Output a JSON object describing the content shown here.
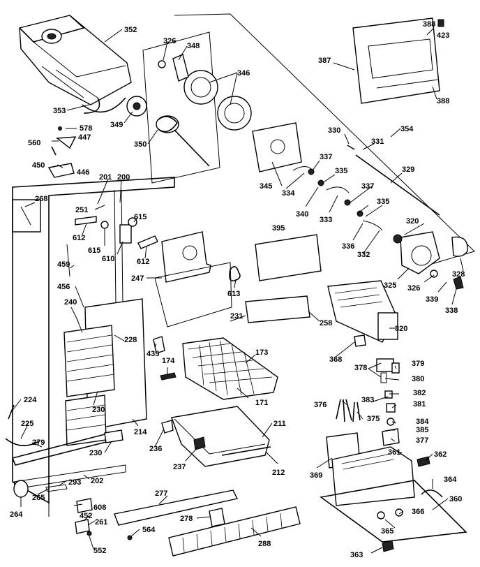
{
  "part_labels": [
    {
      "id": "p352",
      "text": "352"
    },
    {
      "id": "p326a",
      "text": "326"
    },
    {
      "id": "p348",
      "text": "348"
    },
    {
      "id": "p346",
      "text": "346"
    },
    {
      "id": "p353",
      "text": "353"
    },
    {
      "id": "p349",
      "text": "349"
    },
    {
      "id": "p350",
      "text": "350"
    },
    {
      "id": "p578",
      "text": "578"
    },
    {
      "id": "p447",
      "text": "447"
    },
    {
      "id": "p560",
      "text": "560"
    },
    {
      "id": "p450",
      "text": "450"
    },
    {
      "id": "p446",
      "text": "446"
    },
    {
      "id": "p387",
      "text": "387"
    },
    {
      "id": "p388a",
      "text": "388"
    },
    {
      "id": "p423",
      "text": "423"
    },
    {
      "id": "p388b",
      "text": "388"
    },
    {
      "id": "p354",
      "text": "354"
    },
    {
      "id": "p330",
      "text": "330"
    },
    {
      "id": "p331",
      "text": "331"
    },
    {
      "id": "p337a",
      "text": "337"
    },
    {
      "id": "p335a",
      "text": "335"
    },
    {
      "id": "p329",
      "text": "329"
    },
    {
      "id": "p345",
      "text": "345"
    },
    {
      "id": "p334",
      "text": "334"
    },
    {
      "id": "p340",
      "text": "340"
    },
    {
      "id": "p337b",
      "text": "337"
    },
    {
      "id": "p333",
      "text": "333"
    },
    {
      "id": "p335b",
      "text": "335"
    },
    {
      "id": "p320",
      "text": "320"
    },
    {
      "id": "p336",
      "text": "336"
    },
    {
      "id": "p332",
      "text": "332"
    },
    {
      "id": "p395",
      "text": "395"
    },
    {
      "id": "p328",
      "text": "328"
    },
    {
      "id": "p325",
      "text": "325"
    },
    {
      "id": "p326b",
      "text": "326"
    },
    {
      "id": "p339",
      "text": "339"
    },
    {
      "id": "p338",
      "text": "338"
    },
    {
      "id": "p201",
      "text": "201"
    },
    {
      "id": "p200",
      "text": "200"
    },
    {
      "id": "p268",
      "text": "268"
    },
    {
      "id": "p251",
      "text": "251"
    },
    {
      "id": "p615a",
      "text": "615"
    },
    {
      "id": "p612a",
      "text": "612"
    },
    {
      "id": "p615b",
      "text": "615"
    },
    {
      "id": "p610",
      "text": "610"
    },
    {
      "id": "p612b",
      "text": "612"
    },
    {
      "id": "p459",
      "text": "459"
    },
    {
      "id": "p247",
      "text": "247"
    },
    {
      "id": "p613",
      "text": "613"
    },
    {
      "id": "p456",
      "text": "456"
    },
    {
      "id": "p240",
      "text": "240"
    },
    {
      "id": "p231",
      "text": "231"
    },
    {
      "id": "p258",
      "text": "258"
    },
    {
      "id": "p820",
      "text": "820"
    },
    {
      "id": "p228",
      "text": "228"
    },
    {
      "id": "p435",
      "text": "435"
    },
    {
      "id": "p173",
      "text": "173"
    },
    {
      "id": "p368",
      "text": "368"
    },
    {
      "id": "p174",
      "text": "174"
    },
    {
      "id": "p378",
      "text": "378"
    },
    {
      "id": "p379",
      "text": "379"
    },
    {
      "id": "p380",
      "text": "380"
    },
    {
      "id": "p382",
      "text": "382"
    },
    {
      "id": "p171",
      "text": "171"
    },
    {
      "id": "p230a",
      "text": "230"
    },
    {
      "id": "p224",
      "text": "224"
    },
    {
      "id": "p376",
      "text": "376"
    },
    {
      "id": "p383",
      "text": "383"
    },
    {
      "id": "p381",
      "text": "381"
    },
    {
      "id": "p375",
      "text": "375"
    },
    {
      "id": "p384",
      "text": "384"
    },
    {
      "id": "p385",
      "text": "385"
    },
    {
      "id": "p225",
      "text": "225"
    },
    {
      "id": "p214",
      "text": "214"
    },
    {
      "id": "p211",
      "text": "211"
    },
    {
      "id": "p377",
      "text": "377"
    },
    {
      "id": "p279",
      "text": "279"
    },
    {
      "id": "p236",
      "text": "236"
    },
    {
      "id": "p230b",
      "text": "230"
    },
    {
      "id": "p361",
      "text": "361"
    },
    {
      "id": "p362",
      "text": "362"
    },
    {
      "id": "p237",
      "text": "237"
    },
    {
      "id": "p212",
      "text": "212"
    },
    {
      "id": "p369",
      "text": "369"
    },
    {
      "id": "p202",
      "text": "202"
    },
    {
      "id": "p293",
      "text": "293"
    },
    {
      "id": "p364",
      "text": "364"
    },
    {
      "id": "p265",
      "text": "265"
    },
    {
      "id": "p277",
      "text": "277"
    },
    {
      "id": "p608",
      "text": "608"
    },
    {
      "id": "p360",
      "text": "360"
    },
    {
      "id": "p264",
      "text": "264"
    },
    {
      "id": "p452",
      "text": "452"
    },
    {
      "id": "p261",
      "text": "261"
    },
    {
      "id": "p278",
      "text": "278"
    },
    {
      "id": "p366",
      "text": "366"
    },
    {
      "id": "p564",
      "text": "564"
    },
    {
      "id": "p365",
      "text": "365"
    },
    {
      "id": "p552",
      "text": "552"
    },
    {
      "id": "p288",
      "text": "288"
    },
    {
      "id": "p363",
      "text": "363"
    }
  ]
}
